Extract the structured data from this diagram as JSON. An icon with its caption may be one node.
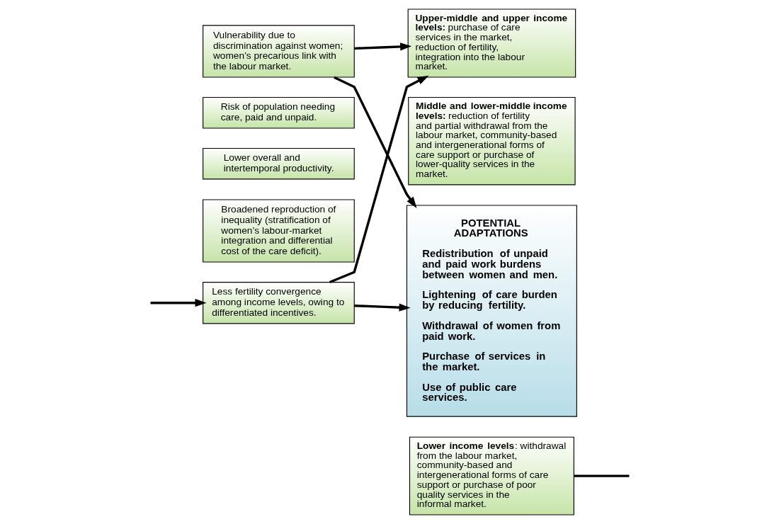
{
  "diagram": {
    "nodes": [
      {
        "text": [
          "Vulnerability due to discrimination against women; women’s precarious link with the labour market."
        ]
      },
      {
        "text": [
          "Risk of population needing care, paid and unpaid."
        ]
      },
      {
        "text": [
          "Lower overall and intertemporal productivity."
        ]
      },
      {
        "text": [
          "Broadened reproduction of inequality (stratification of women’s labour-market integration and differential cost of the care deficit)."
        ]
      },
      {
        "text": [
          "Less fertility convergence among income levels, owing to differentiated incentives."
        ]
      },
      {
        "text": [
          "POTENTIAL ADAPTATIONS",
          "Redistribution of unpaid and paid work burdens between women and men.",
          "Lightening of care burden by reducing fertility.",
          "Withdrawal of women from paid work.",
          "Purchase of services in the market.",
          "Use of public care services."
        ]
      },
      {
        "text": [
          "**Upper-middle and upper income levels:** purchase of care services in the market, reduction of fertility, integration into the labour market."
        ]
      },
      {
        "text": [
          "**Middle and lower-middle income levels:** reduction of fertility and partial withdrawal from the labour market, community-based and intergenerational forms of care support or purchase of lower-quality services in the market."
        ]
      },
      {
        "text": [
          "**Lower income levels**: withdrawal from the labour market, community-based and intergenerational forms of care support or purchase of poor quality services in the informal market."
        ]
      }
    ],
    "edges": [
      {
        "from": 0,
        "to": 5,
        "arrow": "to"
      },
      {
        "from": 4,
        "to": 5,
        "arrow": "to"
      },
      {
        "from": 0,
        "to": 6,
        "arrow": "to"
      },
      {
        "from": 4,
        "to": 6,
        "arrow": "to"
      },
      {
        "from": null,
        "to": 4,
        "arrow": "to"
      },
      {
        "from": 8,
        "to": null,
        "arrow": "none"
      }
    ]
  }
}
